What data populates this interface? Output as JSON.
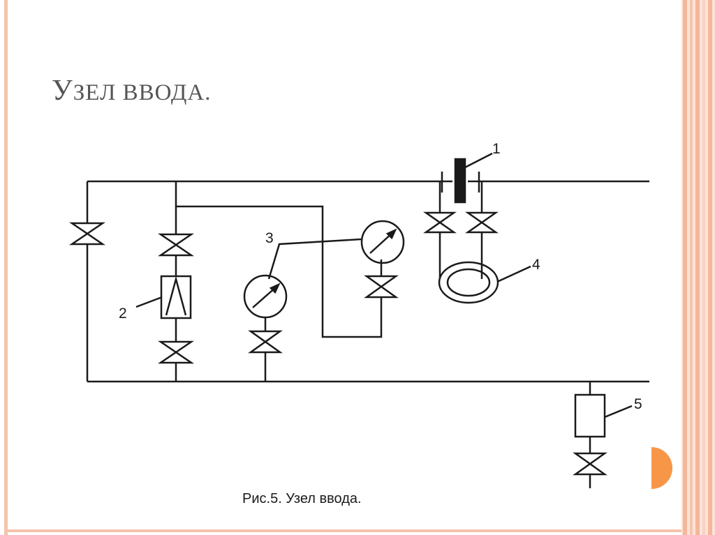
{
  "title": {
    "first_letter": "У",
    "rest": "ЗЕЛ ВВОДА."
  },
  "caption": "Рис.5. Узел ввода.",
  "diagram": {
    "labels": [
      "1",
      "2",
      "3",
      "4",
      "5"
    ]
  },
  "colors": {
    "accent": "#f5c3ac",
    "accent_orange": "#f79646",
    "line": "#1a1a1a",
    "title": "#555555"
  }
}
